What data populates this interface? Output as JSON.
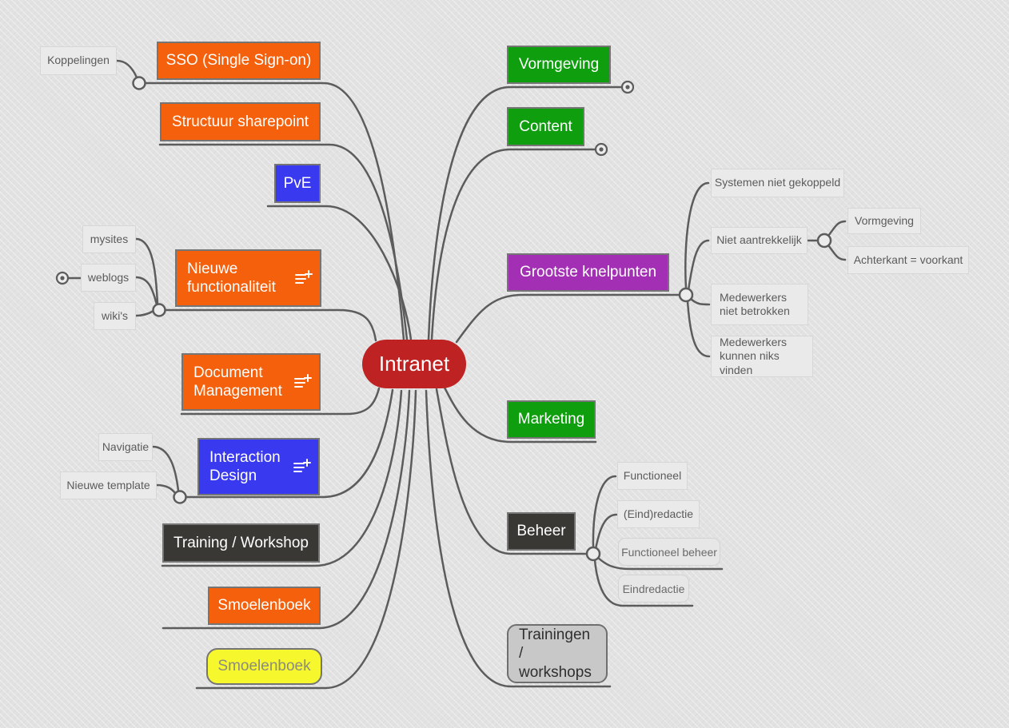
{
  "app": {
    "kind": "mind-map"
  },
  "center": {
    "label": "Intranet"
  },
  "nodes": {
    "koppelingen": {
      "label": "Koppelingen"
    },
    "sso": {
      "label": "SSO (Single Sign-on)"
    },
    "structuur": {
      "label": "Structuur sharepoint"
    },
    "pve": {
      "label": "PvE"
    },
    "mysites": {
      "label": "mysites"
    },
    "weblogs": {
      "label": "weblogs"
    },
    "wikis": {
      "label": "wiki's"
    },
    "nieuwe_functionaliteit": {
      "label": "Nieuwe functionaliteit"
    },
    "document_management": {
      "label": "Document Management"
    },
    "navigatie": {
      "label": "Navigatie"
    },
    "nieuwe_template": {
      "label": "Nieuwe template"
    },
    "interaction_design": {
      "label": "Interaction Design"
    },
    "training_workshop": {
      "label": "Training / Workshop"
    },
    "smoelenboek_orange": {
      "label": "Smoelenboek"
    },
    "smoelenboek_yellow": {
      "label": "Smoelenboek"
    },
    "vormgeving": {
      "label": "Vormgeving"
    },
    "content": {
      "label": "Content"
    },
    "grootste_knelpunten": {
      "label": "Grootste knelpunten"
    },
    "systemen_niet_gekoppeld": {
      "label": "Systemen niet gekoppeld"
    },
    "niet_aantrekkelijk": {
      "label": "Niet aantrekkelijk"
    },
    "vormgeving_sub": {
      "label": "Vormgeving"
    },
    "achterkant_voorkant": {
      "label": "Achterkant = voorkant"
    },
    "medewerkers_niet_betrokken": {
      "label": "Medewerkers niet betrokken"
    },
    "medewerkers_kunnen_niks_vinden": {
      "label": "Medewerkers kunnen niks vinden"
    },
    "marketing": {
      "label": "Marketing"
    },
    "beheer": {
      "label": "Beheer"
    },
    "functioneel": {
      "label": "Functioneel"
    },
    "eind_redactie": {
      "label": "(Eind)redactie"
    },
    "functioneel_beheer": {
      "label": "Functioneel beheer"
    },
    "eindredactie": {
      "label": "Eindredactie"
    },
    "trainingen_workshops": {
      "label": "Trainingen / workshops"
    }
  },
  "icons": {
    "playlist_add": "notes-plus-icon",
    "branch_endpoint": "circle-dot-icon",
    "junction": "branch-junction-circle"
  },
  "colors": {
    "background": "#e2e2e2",
    "edge": "#5c5c5c",
    "center_red": "#be2222",
    "orange": "#f4600c",
    "green": "#0e9e0e",
    "blue": "#3939f0",
    "purple": "#a32fb4",
    "dark_gray": "#3a3834",
    "yellow": "#f7f72e",
    "gray_node": "#c8c8c8",
    "label_bg": "#eaeaea"
  }
}
